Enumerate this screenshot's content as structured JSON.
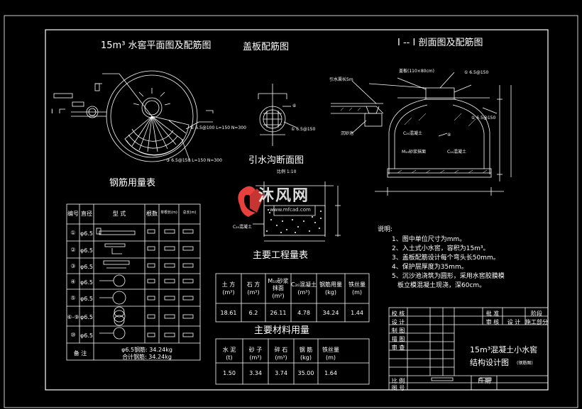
{
  "titles": {
    "plan": "15m³ 水窖平面图及配筋图",
    "cover": "盖板配筋图",
    "section": "Ⅰ -- Ⅰ 剖面图及配筋图",
    "channel": "引水沟断面图",
    "channel_scale": "比例 1:10",
    "rebar_table": "钢筋用量表",
    "works_table": "主要工程量表",
    "materials_table": "主要材料用量"
  },
  "plan_labels": {
    "section_mark": "Ⅰ",
    "rebar_a": "① 6.5@100 L=150 N=300",
    "rebar_b": "③ 6.5@150 L=150 N=300"
  },
  "cover_labels": {
    "rebar": "⑥",
    "rebar_note": "① 6.5@150"
  },
  "section_labels": {
    "l1": "引水渠长5m",
    "l2": "沉砂池",
    "l3": "C₂₀混凝土",
    "l4": "M₁₀砂浆抹面",
    "l5": "C₁₀混凝土",
    "l6": "① 6.5@150",
    "l7": "④",
    "l8": "① 6.5@150",
    "l9": "盖板(110×80cm)"
  },
  "channel_labels": {
    "concrete": "C₂₀混凝土"
  },
  "watermark": {
    "brand": "沐风网",
    "url": "www.mfcad.com"
  },
  "rebar_table": {
    "headers": [
      "编号",
      "直径",
      "型 式",
      "根数",
      "单根长(m)",
      "总长(m)"
    ],
    "rows": [
      {
        "no": "①",
        "dia": "φ6.5"
      },
      {
        "no": "②",
        "dia": "φ6.5"
      },
      {
        "no": "③",
        "dia": "φ6.5"
      },
      {
        "no": "④",
        "dia": "φ6.5"
      },
      {
        "no": "⑤",
        "dia": "φ6.5"
      },
      {
        "no": "⑥-⑨",
        "dia": "φ6.5"
      },
      {
        "no": "⑩",
        "dia": "φ6.5"
      }
    ],
    "remark_label": "备 注",
    "remark_1": "φ6.5钢筋: 34.24kg",
    "remark_2": "合计钢筋: 34.24kg"
  },
  "works_table": {
    "headers": [
      "土 方\n(m³)",
      "石 方\n(m³)",
      "M₁₀砂浆\n抹面\n(m²)",
      "C₂₀混凝土\n(m³)",
      "钢筋用量\n(kg)",
      "铁丝量\n(m)"
    ],
    "values": [
      "18.61",
      "6.2",
      "26.11",
      "4.78",
      "34.24",
      "1.44"
    ]
  },
  "materials_table": {
    "headers": [
      "水 泥\n(t)",
      "砂 子\n(m³)",
      "碎 石\n(m³)",
      "钢 筋\n(kg)",
      "铁丝量\n(m)"
    ],
    "values": [
      "1.50",
      "3.34",
      "3.74",
      "35.00",
      "1.64"
    ]
  },
  "notes": {
    "heading": "说明:",
    "items": [
      "1、图中单位尺寸为mm。",
      "2、入土式小水窖，容积为15m³。",
      "3、盖板配筋设计每个弯头长50mm。",
      "4、保护层厚度为35mm。",
      "5、沉沙池浇筑为圆形，采用水窖胶膜模",
      "板立模混凝土现浇，深60cm。"
    ]
  },
  "title_block": {
    "r1a": "批 准",
    "r1b": "阶段",
    "r2a": "审 核",
    "r2b": "设 计",
    "r2c": "施工",
    "r2d": "部分",
    "left_rows": [
      "校 核",
      "设 计",
      "制 图",
      "描 图",
      "审 查"
    ],
    "drawing_title_1": "15m³混凝土小水窖",
    "drawing_title_2": "结构设计图",
    "drawing_title_note": "(钢筋图)",
    "bottom_a": "比 例",
    "bottom_b": "日 期",
    "bottom_c": "图 号"
  },
  "colors": {
    "background": "#000000",
    "lines": "#ffffff",
    "watermark_red": "#e8403c",
    "watermark_white": "#ffffff"
  }
}
